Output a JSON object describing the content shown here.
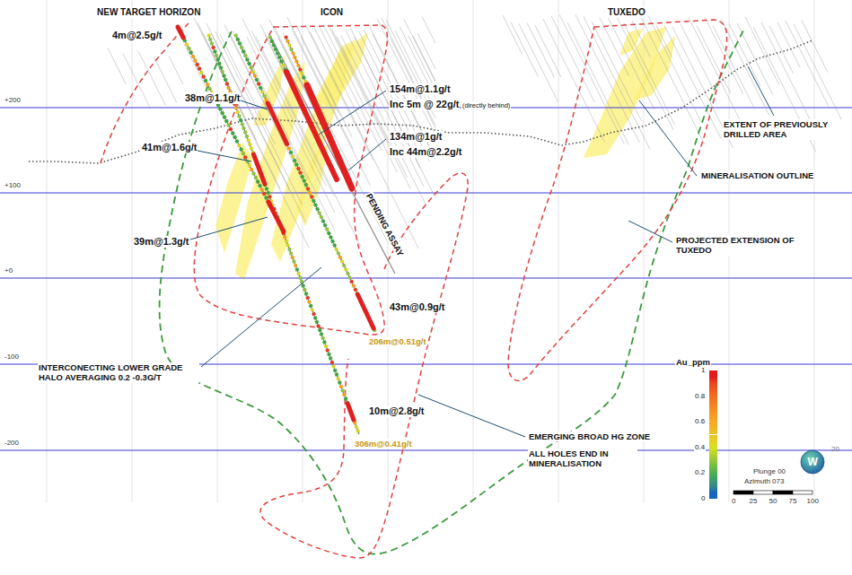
{
  "diagram": {
    "labels": [
      "NEW TARGET HORIZON",
      "ICON",
      "TUXEDO",
      "4m@2.5g/t",
      "38m@1.1g/t",
      "154m@1.1g/t",
      "Inc 5m @ 22g/t",
      "(directly behind)",
      "134m@1g/t",
      "Inc 44m@2.2g/t",
      "41m@1.6g/t",
      "39m@1.3g/t",
      "PENDING ASSAY",
      "43m@0.9g/t",
      "206m@0.51g/t",
      "10m@2.8g/t",
      "306m@0.41g/t",
      "INTERCONECTING LOWER GRADE HALO AVERAGING 0.2 -0.3G/T",
      "EMERGING BROAD HG ZONE",
      "ALL HOLES END IN MINERALISATION",
      "EXTENT OF PREVIOUSLY DRILLED AREA",
      "MINERALISATION OUTLINE",
      "PROJECTED EXTENSION OF TUXEDO",
      "+200",
      "+100",
      "+0",
      "-100",
      "-200",
      "Au_ppm",
      "Plunge 00",
      "Azimuth 073",
      "0",
      "25",
      "50",
      "75",
      "100",
      "W",
      "20"
    ],
    "legend": [
      {
        "text": "1",
        "color": "#e41a1c"
      },
      {
        "text": "0.8",
        "color": "#f46d1f"
      },
      {
        "text": "0.6",
        "color": "#f9a825"
      },
      {
        "text": "0.4",
        "color": "#d9e021"
      },
      {
        "text": "0.2",
        "color": "#4caf50"
      },
      {
        "text": "0",
        "color": "#1565c0"
      }
    ]
  }
}
